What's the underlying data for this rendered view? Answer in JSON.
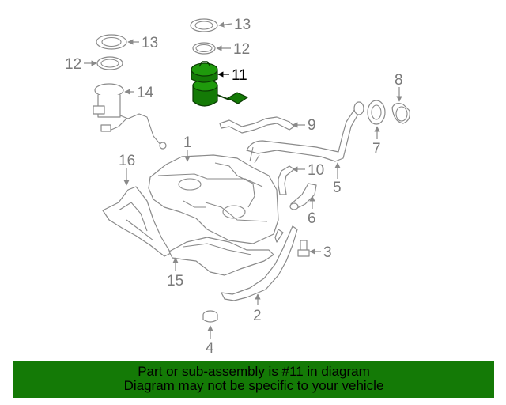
{
  "diagram": {
    "highlight_color": "#147a06",
    "callouts": [
      {
        "id": "c13a",
        "label": "13"
      },
      {
        "id": "c12a",
        "label": "12"
      },
      {
        "id": "c11",
        "label": "11",
        "highlighted": true
      },
      {
        "id": "c13b",
        "label": "13"
      },
      {
        "id": "c12b",
        "label": "12"
      },
      {
        "id": "c14",
        "label": "14"
      },
      {
        "id": "c8",
        "label": "8"
      },
      {
        "id": "c9",
        "label": "9"
      },
      {
        "id": "c1",
        "label": "1"
      },
      {
        "id": "c7",
        "label": "7"
      },
      {
        "id": "c16",
        "label": "16"
      },
      {
        "id": "c10",
        "label": "10"
      },
      {
        "id": "c5",
        "label": "5"
      },
      {
        "id": "c6",
        "label": "6"
      },
      {
        "id": "c3",
        "label": "3"
      },
      {
        "id": "c15",
        "label": "15"
      },
      {
        "id": "c2",
        "label": "2"
      },
      {
        "id": "c4",
        "label": "4"
      }
    ]
  },
  "banner": {
    "line1": "Part or sub-assembly is #11 in diagram",
    "line2": "Diagram may not be specific to your vehicle",
    "background": "#147a06"
  }
}
